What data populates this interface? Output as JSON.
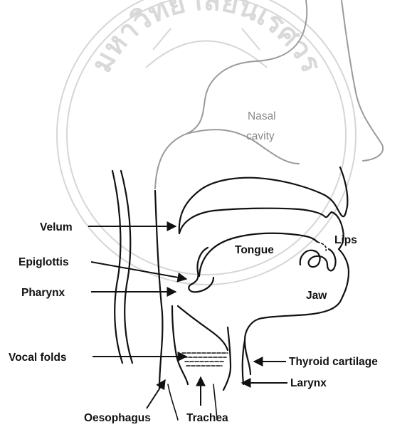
{
  "watermark": {
    "text": "มหาวิทยาลัยนเรศวร"
  },
  "labels": {
    "nasal_line1": "Nasal",
    "nasal_line2": "cavity",
    "velum": "Velum",
    "epiglottis": "Epiglottis",
    "pharynx": "Pharynx",
    "vocal_folds": "Vocal folds",
    "oesophagus": "Oesophagus",
    "trachea": "Trachea",
    "tongue": "Tongue",
    "lips": "Lips",
    "jaw": "Jaw",
    "thyroid_cartilage": "Thyroid cartilage",
    "larynx": "Larynx"
  },
  "colors": {
    "ink": "#111111",
    "grey_label": "#8a8a8a",
    "watermark": "#d6d6d6"
  }
}
